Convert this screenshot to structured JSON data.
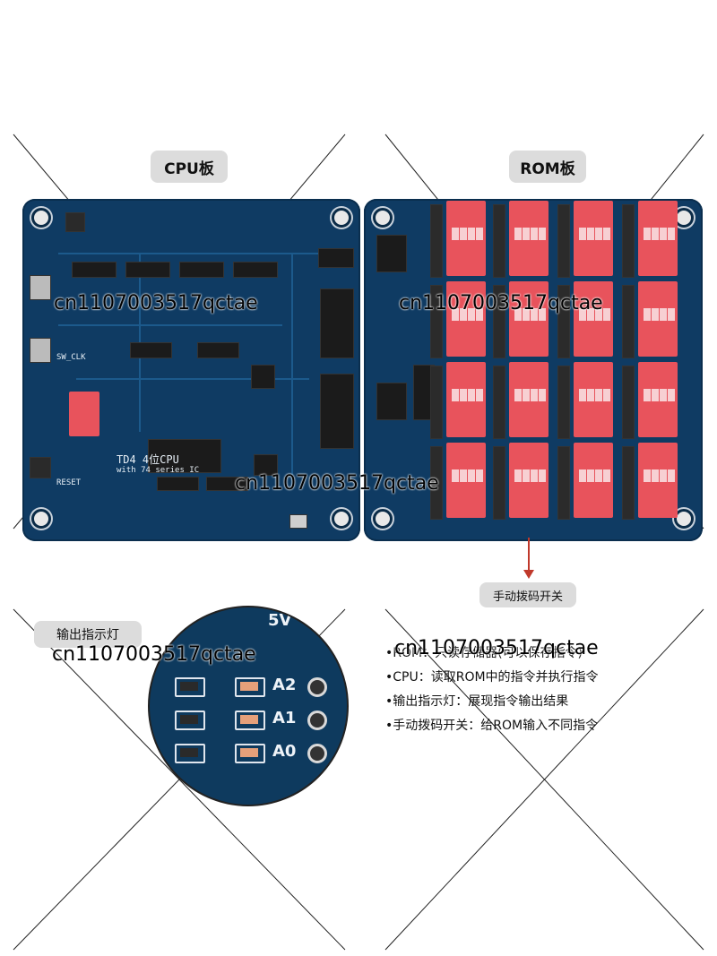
{
  "labels": {
    "cpu_board": "CPU板",
    "rom_board": "ROM板",
    "dip_switch": "手动拨码开关",
    "output_led": "输出指示灯"
  },
  "watermark": "cn1107003517qctae",
  "zoom_inset": {
    "voltage": "5V",
    "pins": [
      "A2",
      "A1",
      "A0"
    ]
  },
  "bullets": [
    "•ROM：只读存储器(可以保存指令)",
    "•CPU：读取ROM中的指令并执行指令",
    "•输出指示灯：展现指令输出结果",
    "•手动拨码开关：给ROM输入不同指令"
  ],
  "silkscreen": {
    "cpu_title": "TD4 4位CPU",
    "cpu_sub": "with 74 series IC",
    "sw_clk": "SW_CLK",
    "reset": "RESET"
  },
  "colors": {
    "pcb": "#0f3b63",
    "dip_switch": "#e8535c",
    "arrow": "#c0392b"
  }
}
